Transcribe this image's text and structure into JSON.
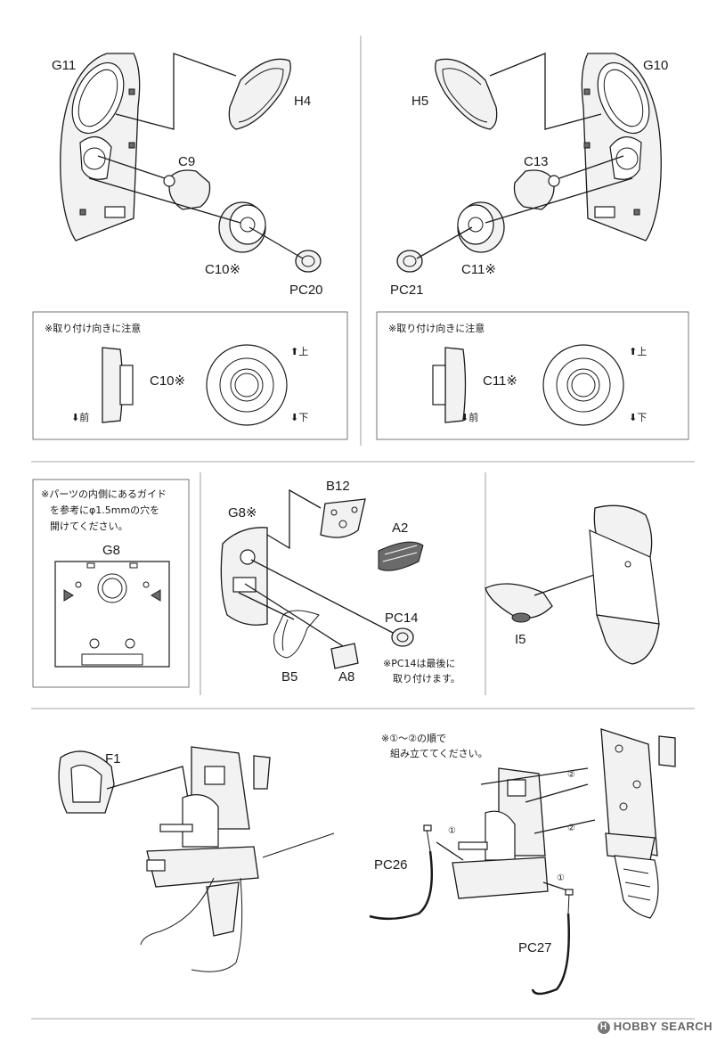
{
  "panel_top_left": {
    "part_g11": "G11",
    "part_h4": "H4",
    "part_c9": "C9",
    "part_c10": "C10※",
    "part_pc20": "PC20"
  },
  "panel_top_right": {
    "part_g10": "G10",
    "part_h5": "H5",
    "part_c13": "C13",
    "part_c11": "C11※",
    "part_pc21": "PC21"
  },
  "note_left": {
    "title": "※取り付け向きに注意",
    "part": "C10※",
    "up": "上",
    "down": "下",
    "front": "前"
  },
  "note_right": {
    "title": "※取り付け向きに注意",
    "part": "C11※",
    "up": "上",
    "down": "下",
    "front": "前"
  },
  "panel_mid_left": {
    "note_line1": "※パーツの内側にあるガイド",
    "note_line2": "を参考にφ1.5mmの穴を",
    "note_line3": "開けてください。",
    "part_g8": "G8"
  },
  "panel_mid_center": {
    "part_g8": "G8※",
    "part_b12": "B12",
    "part_a2": "A2",
    "part_pc14": "PC14",
    "part_b5": "B5",
    "part_a8": "A8",
    "pc14_note_line1": "※PC14は最後に",
    "pc14_note_line2": "取り付けます。"
  },
  "panel_mid_right": {
    "part_i5": "I5"
  },
  "panel_bottom_left": {
    "part_f1": "F1"
  },
  "panel_bottom_right": {
    "order_note_line1": "※①～②の順で",
    "order_note_line2": "組み立ててください。",
    "step1": "①",
    "step2": "②",
    "part_pc26": "PC26",
    "part_pc27": "PC27"
  },
  "watermark": {
    "text": "HOBBY SEARCH"
  }
}
